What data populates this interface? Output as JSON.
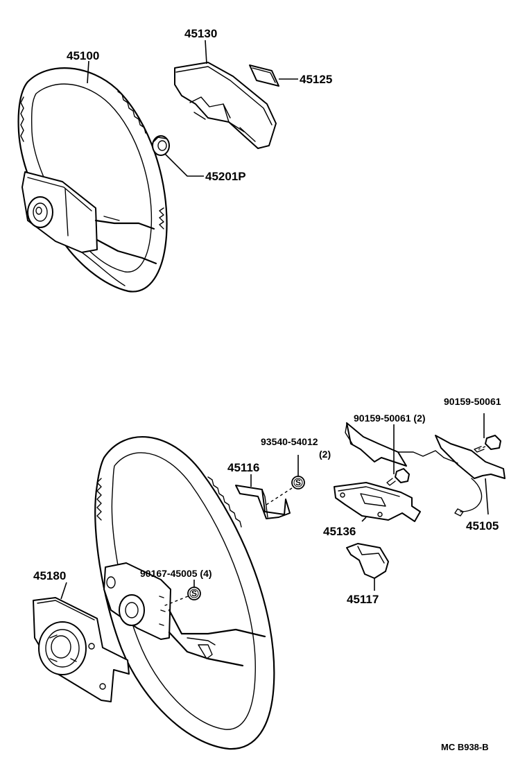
{
  "parts": {
    "p45100": "45100",
    "p45130": "45130",
    "p45125": "45125",
    "p45201P": "45201P",
    "p90159_right": "90159-50061",
    "p90159_mid": "90159-50061 (2)",
    "p93540": "93540-54012",
    "p93540_qty": "(2)",
    "p45116": "45116",
    "p45136": "45136",
    "p45105": "45105",
    "p45180": "45180",
    "p90167": "90167-45005 (4)",
    "p45117": "45117"
  },
  "symbols": {
    "standard_part": "S"
  },
  "reference_code": "MC B938-B"
}
